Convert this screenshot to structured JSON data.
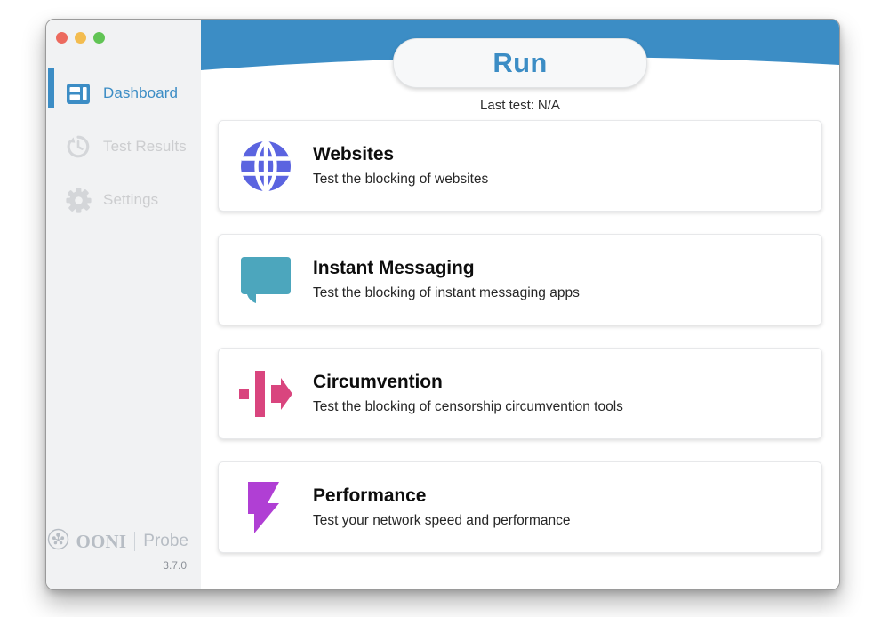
{
  "window": {
    "traffic_lights": [
      {
        "name": "close",
        "color": "#ec6a5e"
      },
      {
        "name": "minimize",
        "color": "#f3bc4f"
      },
      {
        "name": "zoom",
        "color": "#61c454"
      }
    ]
  },
  "sidebar": {
    "items": [
      {
        "label": "Dashboard",
        "icon": "dashboard-icon",
        "active": true
      },
      {
        "label": "Test Results",
        "icon": "history-clock-icon",
        "active": false
      },
      {
        "label": "Settings",
        "icon": "gear-icon",
        "active": false
      }
    ],
    "brand": {
      "logo_icon": "ooni-mark-icon",
      "name": "OONI",
      "product": "Probe",
      "version": "3.7.0"
    },
    "active_color": "#3c8dc5",
    "inactive_color": "#cccdcf"
  },
  "header": {
    "band_color": "#3c8dc5",
    "run_label": "Run",
    "last_test_label": "Last test:",
    "last_test_value": "N/A"
  },
  "cards": [
    {
      "title": "Websites",
      "description": "Test the blocking of websites",
      "icon": "globe-icon",
      "color": "#5b64e0"
    },
    {
      "title": "Instant Messaging",
      "description": "Test the blocking of instant messaging apps",
      "icon": "chat-bubble-icon",
      "color": "#4ca6bd"
    },
    {
      "title": "Circumvention",
      "description": "Test the blocking of censorship circumvention tools",
      "icon": "circumvention-arrow-icon",
      "color": "#d9457e"
    },
    {
      "title": "Performance",
      "description": "Test your network speed and performance",
      "icon": "lightning-bolt-icon",
      "color": "#b03fd4"
    }
  ]
}
